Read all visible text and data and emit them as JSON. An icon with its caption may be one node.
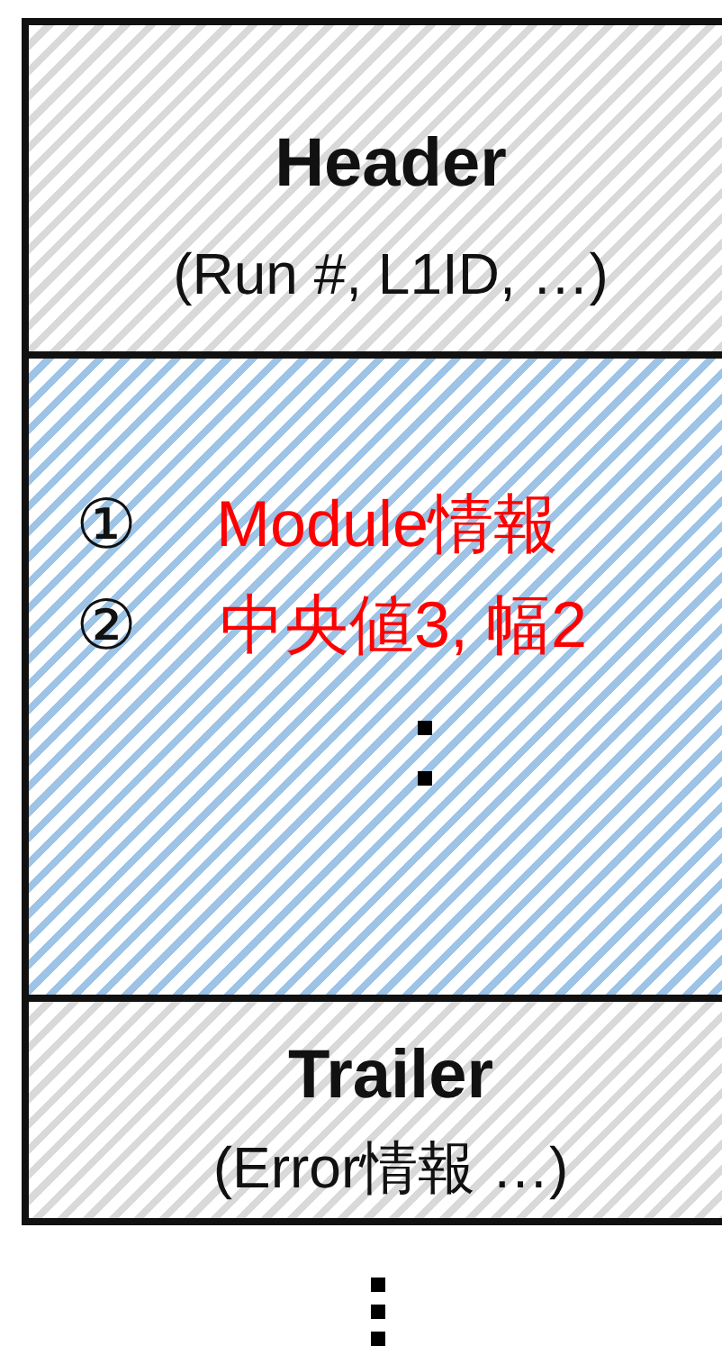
{
  "diagram": {
    "nodes": [
      {
        "text": [
          "Header",
          "(Run #, L1ID, …)"
        ]
      },
      {
        "text": [
          "①",
          "Module情報",
          "②",
          "中央値3, 幅2"
        ]
      },
      {
        "text": [
          "Trailer",
          "(Error情報 …)"
        ]
      }
    ]
  }
}
